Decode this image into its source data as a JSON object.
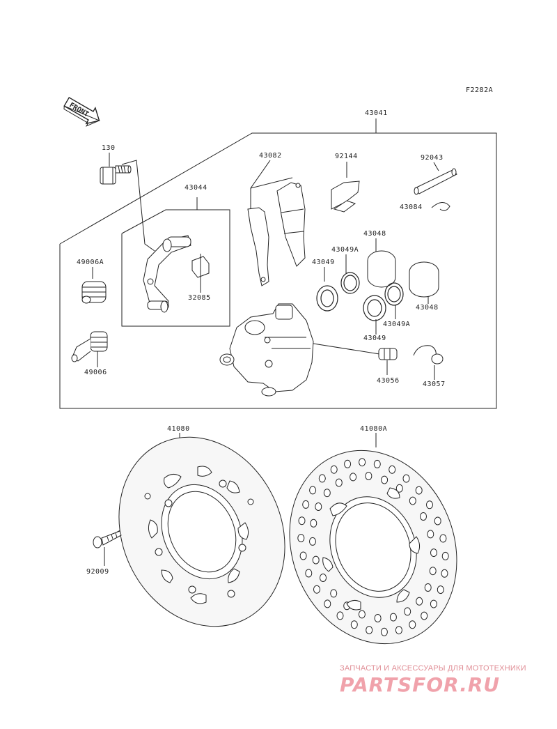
{
  "figure_code": "F2282A",
  "front_arrow_text": "FRONT",
  "parts": {
    "p43041": "43041",
    "p130": "130",
    "p43082": "43082",
    "p92144": "92144",
    "p92043": "92043",
    "p43084": "43084",
    "p43044": "43044",
    "p43048a": "43048",
    "p43048b": "43048",
    "p43049a_top": "43049A",
    "p43049_left": "43049",
    "p49006a": "49006A",
    "p32085": "32085",
    "p43049a_bottom": "43049A",
    "p43049_bottom": "43049",
    "p43056": "43056",
    "p43057": "43057",
    "p49006": "49006",
    "p41080": "41080",
    "p41080a": "41080A",
    "p92009": "92009"
  },
  "watermark": {
    "line1": "ЗАПЧАСТИ И АКСЕССУАРЫ ДЛЯ МОТОТЕХНИКИ",
    "line2": "PARTSFOR.RU"
  },
  "colors": {
    "ink": "#222222",
    "watermark": "#f0a2ab",
    "rotor_fill": "#f7f7f7"
  }
}
